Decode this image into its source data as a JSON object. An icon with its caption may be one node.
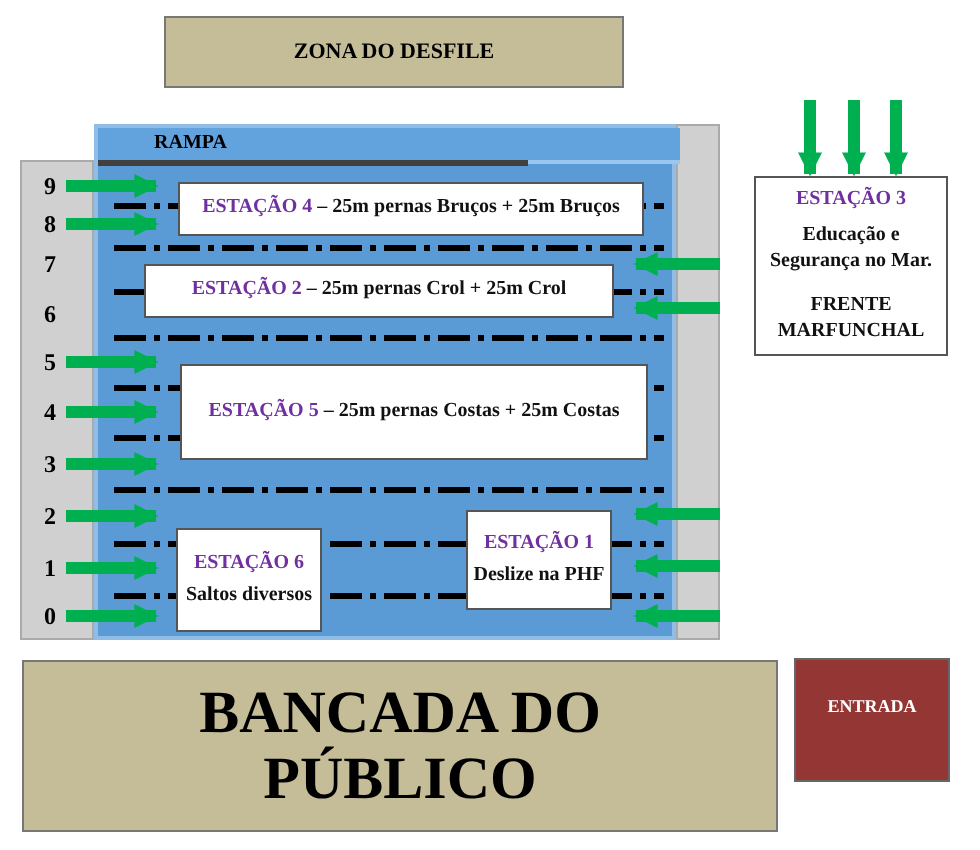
{
  "diagram": {
    "nodes": [
      {
        "text": [
          "ZONA DO DESFILE"
        ]
      },
      {
        "text": [],
        "shape": "box"
      },
      {
        "text": [
          "RAMPA"
        ],
        "in": 1
      },
      {
        "text": [
          "ESTAÇÃO 4",
          "– 25m pernas Bruços + 25m Bruços"
        ],
        "in": 1
      },
      {
        "text": [
          "ESTAÇÃO 3",
          "Educação e Segurança no Mar.",
          "FRENTE MARFUNCHAL"
        ]
      },
      {
        "text": [
          "ESTAÇÃO 2",
          "– 25m pernas Crol + 25m Crol"
        ],
        "in": 1
      },
      {
        "text": [
          "ESTAÇÃO 5",
          "– 25m pernas Costas + 25m Costas"
        ],
        "in": 1
      },
      {
        "text": [
          "ESTAÇÃO 6",
          "Saltos diversos"
        ],
        "in": 1
      },
      {
        "text": [
          "ESTAÇÃO 1",
          "Deslize na PHF"
        ],
        "in": 1
      },
      {
        "text": [
          "BANCADA DO PÚBLICO"
        ]
      },
      {
        "text": [
          "ENTRADA"
        ]
      },
      {
        "text": [],
        "shape": "bar"
      },
      {
        "text": [],
        "shape": "bar"
      }
    ],
    "edges": [
      {
        "from": null,
        "to": 4,
        "arrow": "to"
      },
      {
        "from": null,
        "to": 4,
        "arrow": "to"
      },
      {
        "from": null,
        "to": 4,
        "arrow": "to"
      },
      {
        "from": 11,
        "to": 1,
        "arrow": "to"
      },
      {
        "from": 11,
        "to": 1,
        "arrow": "to"
      },
      {
        "from": 11,
        "to": 1,
        "arrow": "to"
      },
      {
        "from": 11,
        "to": 1,
        "arrow": "to"
      },
      {
        "from": 11,
        "to": 1,
        "arrow": "to"
      },
      {
        "from": 11,
        "to": 1,
        "arrow": "to"
      },
      {
        "from": 11,
        "to": 1,
        "arrow": "to"
      },
      {
        "from": 11,
        "to": 1,
        "arrow": "to"
      },
      {
        "from": 12,
        "to": 1,
        "arrow": "to"
      },
      {
        "from": 12,
        "to": 1,
        "arrow": "to"
      },
      {
        "from": 12,
        "to": 1,
        "arrow": "to"
      },
      {
        "from": 12,
        "to": 1,
        "arrow": "to"
      },
      {
        "from": 12,
        "to": 1,
        "arrow": "to"
      }
    ],
    "labels": [
      "9",
      "8",
      "7",
      "6",
      "5",
      "4",
      "3",
      "2",
      "1",
      "0"
    ]
  }
}
